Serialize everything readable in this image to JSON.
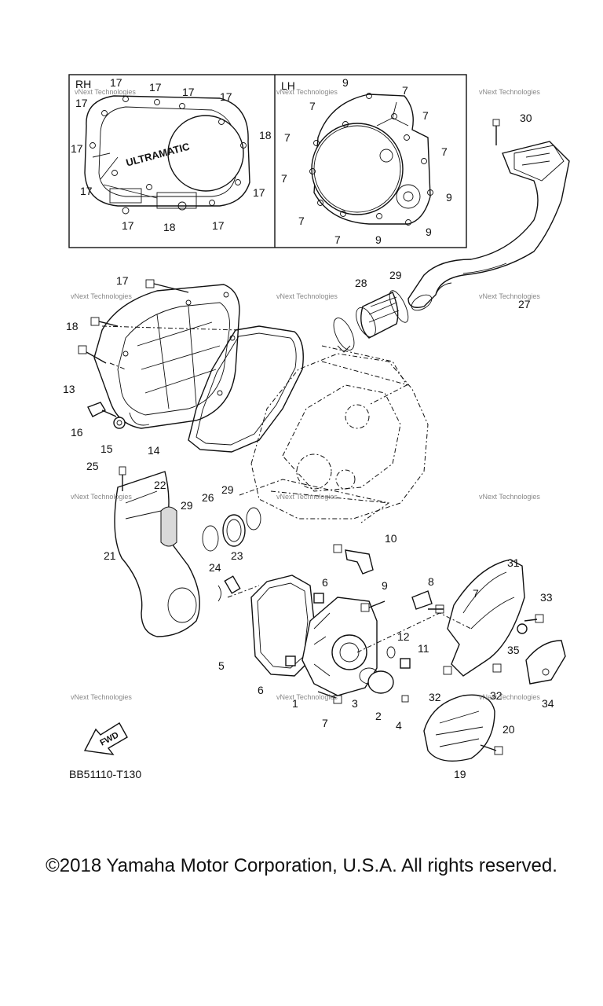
{
  "inset": {
    "rh_label": "RH",
    "lh_label": "LH",
    "cover_brand": "ULTRAMATIC"
  },
  "diagram_code": "BB51110-T130",
  "fwd_label": "FWD",
  "watermark": "vNext Technologies",
  "copyright": "©2018 Yamaha Motor Corporation, U.S.A. All rights reserved.",
  "callouts": {
    "rh": [
      "17",
      "17",
      "17",
      "17",
      "17",
      "17",
      "17",
      "17",
      "17",
      "17",
      "18",
      "18"
    ],
    "lh": [
      "9",
      "7",
      "7",
      "7",
      "7",
      "7",
      "7",
      "9",
      "9",
      "9",
      "7",
      "7"
    ],
    "main": [
      "30",
      "29",
      "28",
      "27",
      "17",
      "18",
      "13",
      "14",
      "16",
      "15",
      "25",
      "22",
      "29",
      "26",
      "29",
      "21",
      "24",
      "23",
      "10",
      "9",
      "8",
      "7",
      "6",
      "5",
      "6",
      "12",
      "11",
      "3",
      "2",
      "4",
      "7",
      "1",
      "31",
      "33",
      "35",
      "32",
      "32",
      "34",
      "20",
      "19"
    ]
  }
}
